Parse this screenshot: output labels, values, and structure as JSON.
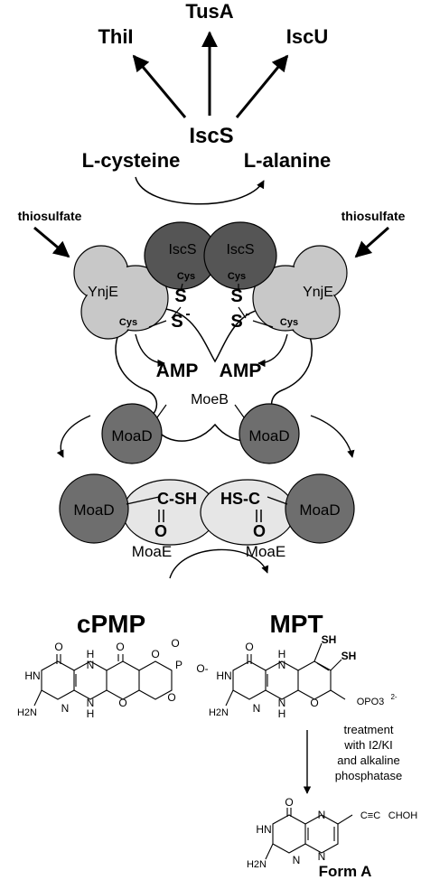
{
  "top": {
    "thil": "ThiI",
    "tusa": "TusA",
    "iscu": "IscU",
    "iscs": "IscS",
    "cysteine": "L-cysteine",
    "alanine": "L-alanine"
  },
  "complex": {
    "thiosulfate_left": "thiosulfate",
    "thiosulfate_right": "thiosulfate",
    "iscs_left": "IscS",
    "iscs_right": "IscS",
    "cys1": "Cys",
    "cys2": "Cys",
    "cys3": "Cys",
    "cys4": "Cys",
    "ynje_left": "YnjE",
    "ynje_right": "YnjE",
    "s1": "S",
    "s2": "S",
    "s3": "S",
    "s4": "S",
    "minus": "-",
    "amp_left": "AMP",
    "amp_right": "AMP",
    "moeb": "MoeB",
    "moad_left": "MoaD",
    "moad_right": "MoaD"
  },
  "moae_complex": {
    "moad_left": "MoaD",
    "moad_right": "MoaD",
    "csh": "C-SH",
    "hsc": "HS-C",
    "o": "O",
    "moae_left": "MoaE",
    "moae_right": "MoaE"
  },
  "products": {
    "cpmp": "cPMP",
    "mpt": "MPT",
    "treatment": [
      "treatment",
      "with I2/KI",
      "and alkaline",
      "phosphatase"
    ],
    "forma": "Form A"
  },
  "chem": {
    "O": "O",
    "HN": "HN",
    "H": "H",
    "N": "N",
    "H2N": "H2N",
    "P": "P",
    "Ominus": "O-",
    "SH": "SH",
    "OPO3": "OPO3",
    "charge": "2-",
    "alkyne": "C≡C",
    "choh": "CHOH"
  },
  "colors": {
    "dark": "#555555",
    "medium": "#6e6e6e",
    "light": "#c8c8c8",
    "pale": "#e6e6e6"
  }
}
